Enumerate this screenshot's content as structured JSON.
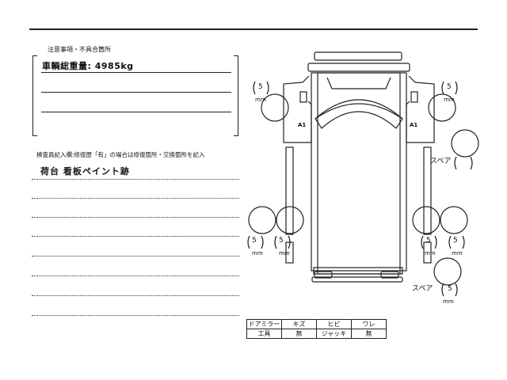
{
  "notes": {
    "title": "注意事項・不具合箇所",
    "weight": "車輌総重量:  4985kg"
  },
  "inspector": {
    "label": "検査員記入欄:修復歴「有」の場合は修復箇所・交換箇所を記入",
    "text": "荷台  看板ペイント跡"
  },
  "diagram": {
    "tire_value": "5",
    "unit": "mm",
    "a1_label": "A1",
    "spare_label": "スペア",
    "marks": {
      "front_left_value": "5",
      "front_left_unit": "mm",
      "front_right_value": "5",
      "front_right_unit": "mm",
      "front_left_area": "A1",
      "front_right_area": "A1",
      "spare_upper": "スペア",
      "rear_left_outer_value": "5",
      "rear_left_outer_unit": "mm",
      "rear_left_inner_value": "5",
      "rear_left_inner_unit": "mm",
      "rear_right_inner_value": "5",
      "rear_right_inner_unit": "mm",
      "rear_right_outer_value": "5",
      "rear_right_outer_unit": "mm",
      "spare_lower": "スペア",
      "spare_lower_value": "5",
      "spare_lower_unit": "mm"
    }
  },
  "legend": {
    "headers": [
      "ドアミラー",
      "キズ",
      "ヒビ",
      "ワレ"
    ],
    "values": [
      "工具",
      "無",
      "ジャッキ",
      "無"
    ]
  }
}
